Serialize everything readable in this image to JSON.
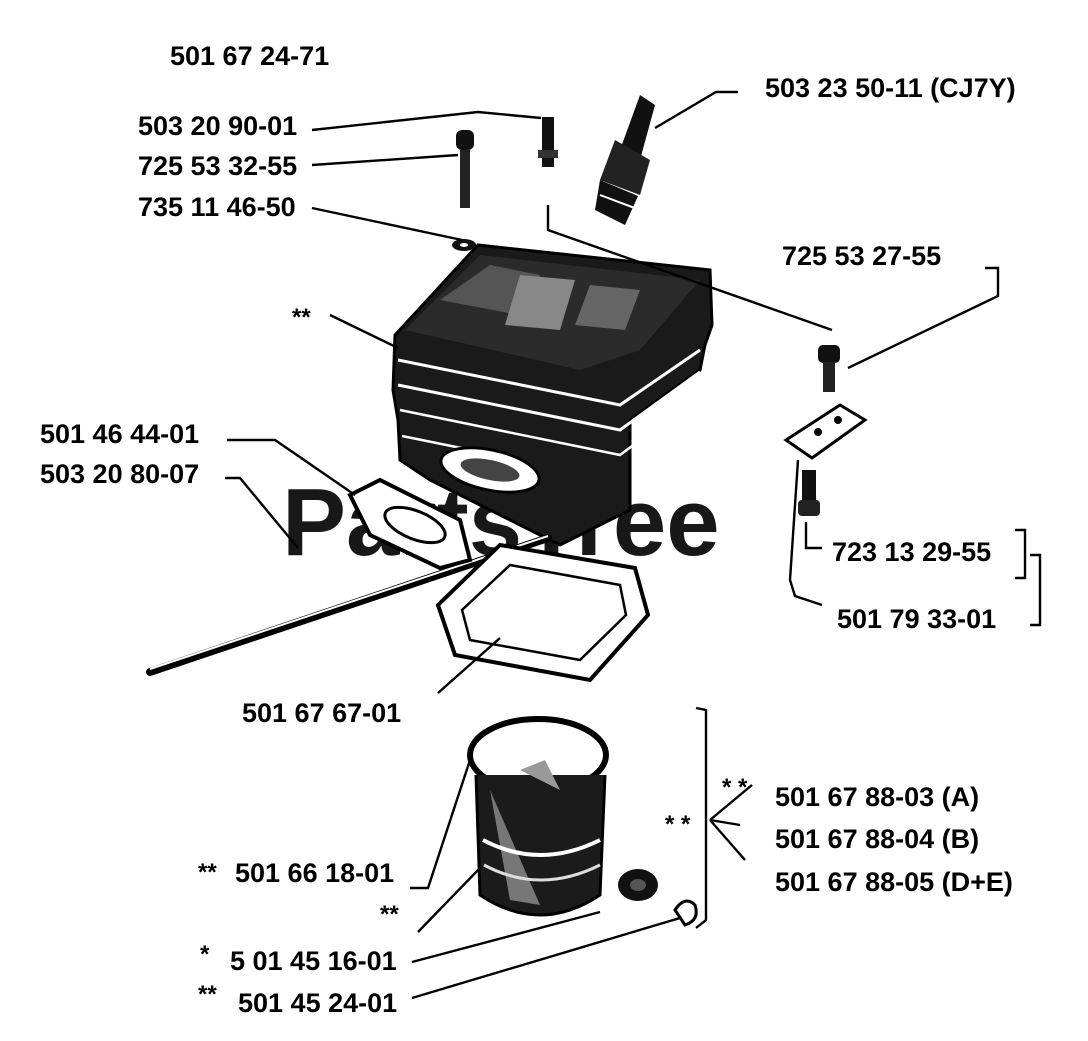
{
  "watermark": "PartsTree",
  "part_numbers": {
    "cylinder_kit": "501 67 24-71",
    "spark_plug": "503 23 50-11 (CJ7Y)",
    "decompression_valve": "503 20 90-01",
    "screw_top": "725 53 32-55",
    "washer_top": "735 11 46-50",
    "screw_right": "725 53 27-55",
    "gasket_small": "501 46 44-01",
    "rod": "503 20 80-07",
    "screw_bottom_right": "723 13 29-55",
    "plate_kit": "501 79 33-01",
    "base_gasket": "501 67 67-01",
    "piston_a": "501 67 88-03 (A)",
    "piston_b": "501 67 88-04 (B)",
    "piston_de": "501 67 88-05 (D+E)",
    "piston_ring": "501 66 18-01",
    "piston_pin": "5 01 45 16-01",
    "retainer": "501 45 24-01"
  },
  "markers": {
    "cylinder": "**",
    "piston_ring": "**",
    "piston": "**",
    "piston_pin": "*",
    "retainer": "**",
    "kit_group": "* *",
    "kit_a": "* *"
  }
}
